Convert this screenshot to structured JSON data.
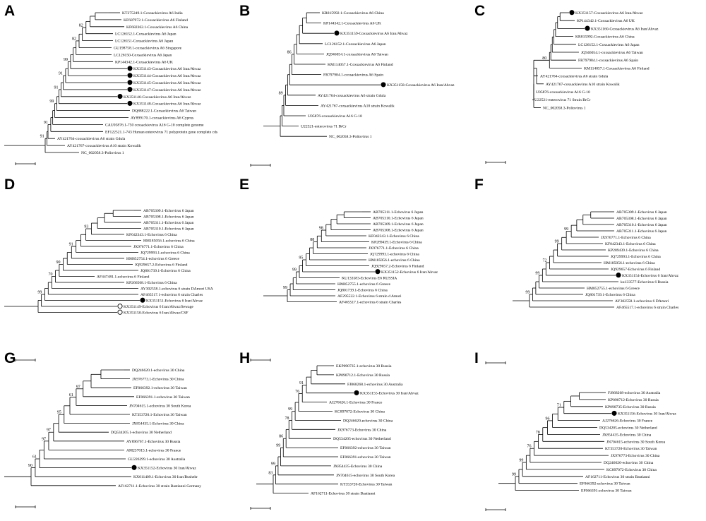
{
  "panels": [
    {
      "label": "A",
      "leaves": [
        {
          "text": "KT275249.1-Coxsackievirus A6 India"
        },
        {
          "text": "KF687972.1-Coxsackievirus A6 Finland"
        },
        {
          "text": "KF682362.1-Coxsackievirus A6 China"
        },
        {
          "text": "LC126152.1-Coxsackievirus A6 Japan"
        },
        {
          "text": "LC126151-Coxsackievirus A6 Japan"
        },
        {
          "text": "GU198758.1-coxsackievirus A6 Singapore"
        },
        {
          "text": "LC126150-Coxsackievirus A6 Japan"
        },
        {
          "text": "KP144342.1-Coxsackievirus A6 UK"
        },
        {
          "text": "KX351143-Coxsackievirus A6 Iran/Ahvaz",
          "marker": "filled"
        },
        {
          "text": "KX351144-Coxsackievirus A6 Iran/Ahvaz",
          "marker": "filled"
        },
        {
          "text": "KX351145-Coxsackievirus A6 Iran/Ahvaz",
          "marker": "filled"
        },
        {
          "text": "KX351147-Coxsackievirus A6 Iran/Ahvaz",
          "marker": "filled"
        },
        {
          "text": "KX351146-Coxsackievirus A6 Iran/Ahvaz",
          "marker": "filled"
        },
        {
          "text": "KX351148-Coxsackievirus A6 Iran/Ahvaz",
          "marker": "filled"
        },
        {
          "text": "DQ888222.1-Coxsackievirus A6 Taiwan"
        },
        {
          "text": "AY899170.1-coxsackievirus A6 Cyprus"
        },
        {
          "text": "CAU05876.1-750 coxsackievirus A16 G-10 complete genome"
        },
        {
          "text": "EF122521.1-743 Human enterovirus 71 polyprotein gene complete cds"
        },
        {
          "text": "AY421764-coxsackievirus A6 strain Gdula"
        },
        {
          "text": "AY421767-coxsackievirus A10 strain Kowalik"
        },
        {
          "text": "NC_002058.3-Poliovirus 1"
        }
      ],
      "bootstraps": [
        "82",
        "82",
        "99",
        "91",
        "91",
        "99",
        "91",
        "91"
      ]
    },
    {
      "label": "B",
      "leaves": [
        {
          "text": "KR815992.1-Coxsackievirus A6 China"
        },
        {
          "text": "KP144342.1-Coxsackievirus A6 UK"
        },
        {
          "text": "KX351159-Coxsackievirus A6 Iran/Ahvaz",
          "marker": "filled"
        },
        {
          "text": "LC126152.1-Coxsackievirus A6 Japan"
        },
        {
          "text": "JQ946054.1-coxsackievirus A6 Taiwan"
        },
        {
          "text": "KM114057.1-Coxsackievirus A6 Finland"
        },
        {
          "text": "FR797984.1-coxsackievirus A6 Spain"
        },
        {
          "text": "KX351158-Coxsackievirus A6 Iran/Ahvaz",
          "marker": "filled"
        },
        {
          "text": "AY421764-coxsackievirus A6 strain Gdula"
        },
        {
          "text": "AY421767-coxsackievirus A10 strain Kowalik"
        },
        {
          "text": "U05876-coxsackievirus A16 G-10"
        },
        {
          "text": "U22521-enterovirus 71 BrCr"
        },
        {
          "text": "NC_002058.3-Poliovirus 1"
        }
      ],
      "bootstraps": [
        "86",
        "89"
      ]
    },
    {
      "label": "C",
      "leaves": [
        {
          "text": "KX351157-Coxsackievirus A6 Iran/Ahvaz",
          "marker": "filled"
        },
        {
          "text": "KP144342.1-Coxsackievirus A6 UK"
        },
        {
          "text": "KX351160-Coxsackievirus A6 Iran/Ahvaz",
          "marker": "filled"
        },
        {
          "text": "KR815992-Coxsackievirus A6 China"
        },
        {
          "text": "LC126152.1-Coxsackievirus A6 Japan"
        },
        {
          "text": "JQ946054.1-coxsackievirus A6 Taiwan"
        },
        {
          "text": "FR797984.1-coxsackievirus A6 Spain"
        },
        {
          "text": "KM114057.1-Coxsackievirus A6 Finland"
        },
        {
          "text": "AY421764-coxsackievirus A6 strain Gdula"
        },
        {
          "text": "AY421767-coxsackievirus A10 strain Kowalik"
        },
        {
          "text": "U05876-coxsackievirus A16 G-10"
        },
        {
          "text": "U22521-enterovirus 71 Strain BrCr"
        },
        {
          "text": "NC_002058.3-Poliovirus 1"
        }
      ],
      "bootstraps": [
        "80"
      ]
    },
    {
      "label": "D",
      "leaves": [
        {
          "text": "AB705309.1-Echovirus 6 Japan"
        },
        {
          "text": "AB705308.1-Echovirus 6 Japan"
        },
        {
          "text": "AB705311.1-Echovirus 6 Japan"
        },
        {
          "text": "AB705310.1-Echovirus 6 Japan"
        },
        {
          "text": "KF042343.1-Echovirus 6 China"
        },
        {
          "text": "HM185056.1-echovirus 6 China"
        },
        {
          "text": "JX976771.1-Echovirus 6 China"
        },
        {
          "text": "JQ729993.1-echovirus 6 China"
        },
        {
          "text": "HM852754.1-echovirus 6 Greece"
        },
        {
          "text": "JQ929657.2-Echovirus 6 Finland"
        },
        {
          "text": "JQ801739.1-Echovirus 6 China"
        },
        {
          "text": "AF447481.1-echovirus 6 Finland"
        },
        {
          "text": "KP266568.1-Echovirus 6 China"
        },
        {
          "text": "AY302558.1-echovirus 6 strain DAmori USA"
        },
        {
          "text": "AF465517.1-echovirus 6 strain Charles"
        },
        {
          "text": "KX351151-Echovirus 6 Iran/Ahvaz",
          "marker": "filled"
        },
        {
          "text": "KX351149-Echovirus 6 Iran/Ahvaz/Sewage",
          "marker": "open"
        },
        {
          "text": "KX351150-Echovirus 6 Iran/Ahvaz/CSF",
          "marker": "open"
        }
      ],
      "bootstraps": [
        "93",
        "91",
        "90",
        "70",
        "99"
      ]
    },
    {
      "label": "E",
      "leaves": [
        {
          "text": "AB705311.1-Echovirus 6 Japan"
        },
        {
          "text": "AB705310.1-Echovirus 6 Japan"
        },
        {
          "text": "AB705309.1-Echovirus 6 Japan"
        },
        {
          "text": "AB705308.1-Echovirus 6 Japan"
        },
        {
          "text": "KF042343.1-Echovirus 6 China"
        },
        {
          "text": "KP289439.1-Echovirus 6 China"
        },
        {
          "text": "JX976771.1-Echovirus 6 China"
        },
        {
          "text": "JQ729993.1-echovirus 6 China"
        },
        {
          "text": "HM185056.1-echovirus 6 China"
        },
        {
          "text": "JQ929657.2-Echovirus 6 Finland"
        },
        {
          "text": "KX351152-Echovirus 6 Iran/Ahvaz",
          "marker": "filled"
        },
        {
          "text": "KU133583-Echovirus E6 RUSSIA"
        },
        {
          "text": "HM852755.1-echovirus 6 Greece"
        },
        {
          "text": "JQ801739.1-Echovirus 6 China"
        },
        {
          "text": "AF295522.1-Echovirus 6 strain d Amori"
        },
        {
          "text": "AF465517.1-echovirus 6 strain Charles"
        }
      ],
      "bootstraps": [
        "98",
        "88",
        "95",
        "99",
        "99"
      ]
    },
    {
      "label": "F",
      "leaves": [
        {
          "text": "AB705309.1-Echovirus 6 Japan"
        },
        {
          "text": "AB705308.1-Echovirus 6 Japan"
        },
        {
          "text": "AB705310.1-Echovirus 6 Japan"
        },
        {
          "text": "AB705311.1-Echovirus 6 Japan"
        },
        {
          "text": "JX976771.1-Echovirus 6 China"
        },
        {
          "text": "KF042343.1-Echovirus 6 China"
        },
        {
          "text": "KP289439.1-Echovirus 6 China"
        },
        {
          "text": "JQ729993.1-Echovirus 6 China"
        },
        {
          "text": "HM185056.1-echovirus 6 China"
        },
        {
          "text": "JQ929657-Echovirus 6 Finland"
        },
        {
          "text": "KX351154-Echovirus 6 Iran/Ahvaz",
          "marker": "filled"
        },
        {
          "text": "ku133577-Echovirus 6 Russia"
        },
        {
          "text": "HM852755.1-echovirus 6 Greece"
        },
        {
          "text": "JQ801739.1-Echovirus 6 China"
        },
        {
          "text": "AY302558.1-echovirus 6 DAmori"
        },
        {
          "text": "AF465517.1-echovirus 6 strain Charles"
        }
      ],
      "bootstraps": [
        "99",
        "99",
        "72",
        "99",
        "99"
      ]
    },
    {
      "label": "G",
      "leaves": [
        {
          "text": "DQ246620.1-echovirus 30 China"
        },
        {
          "text": "JX976773.1-Echovirus 30 China"
        },
        {
          "text": "EF066392.1-echovirus 30 Taiwan"
        },
        {
          "text": "EF066391.1-echovirus 30 Taiwan"
        },
        {
          "text": "JN704615.1-echovirus 30 South Korea"
        },
        {
          "text": "KT353720.1-Echovirus 30 Taiwan"
        },
        {
          "text": "JX854435.1-Echovirus 30 China"
        },
        {
          "text": "DQ534205.1-echovirus 30 Netherland"
        },
        {
          "text": "AY896767.1-Echovirus 30 Russia"
        },
        {
          "text": "AM237015.1-echovirus 30 France"
        },
        {
          "text": "GU226299.1-echovirus 30 Australia"
        },
        {
          "text": "KX351152-Echovirus 30 Iran/Ahvaz",
          "marker": "filled"
        },
        {
          "text": "KX011409.1-Echovirus 30 Iran/Bushehr"
        },
        {
          "text": "AF162711.1-Echovirus 30 strain Bastianni Germany"
        }
      ],
      "bootstraps": [
        "97",
        "61",
        "95",
        "97",
        "97",
        "61",
        "90"
      ]
    },
    {
      "label": "H",
      "leaves": [
        {
          "text": "EKP090735.1-echovirus 30 Russia"
        },
        {
          "text": "KP090712.1-Echovirus 30 Russia"
        },
        {
          "text": "FJ868268.1-echovirus 30 Australia"
        },
        {
          "text": "KX351155-Echovirus 30 Iran/Ahvaz",
          "marker": "filled"
        },
        {
          "text": "AJ276626.1-Echovirus 30 France"
        },
        {
          "text": "KC897072-Echovirus 30 China"
        },
        {
          "text": "DQ246620-echovirus 30 China"
        },
        {
          "text": "JX976773-Echovirus 30 China"
        },
        {
          "text": "DQ534205-echovirus 30 Netherland"
        },
        {
          "text": "EF066392-echovirus 30 Taiwan"
        },
        {
          "text": "EF066391-echovirus 30 Taiwan"
        },
        {
          "text": "JX854435-Echovirus 30 China"
        },
        {
          "text": "JN704615-echovirus 30 South Korea"
        },
        {
          "text": "KT353720-Echovirus 30 Taiwan"
        },
        {
          "text": "AF162711-Echovirus 30 strain Bastianni"
        }
      ],
      "bootstraps": [
        "91",
        "76",
        "99",
        "78",
        "86",
        "99",
        "99",
        "83"
      ]
    },
    {
      "label": "I",
      "leaves": [
        {
          "text": "FJ868268-echovirus 30 Australia"
        },
        {
          "text": "KP090712-Echovirus 30 Russia"
        },
        {
          "text": "KP090735-Echovirus 30 Russia"
        },
        {
          "text": "KX351156-Echovirus 30 Iran/Ahvaz",
          "marker": "filled"
        },
        {
          "text": "AJ276626-Echovirus 30 France"
        },
        {
          "text": "DQ534205-echovirus 30 Netherland"
        },
        {
          "text": "JX854435-Echovirus 30 China"
        },
        {
          "text": "JN704615-echovirus 30 South Korea"
        },
        {
          "text": "KT353720-Echovirus 30 Taiwan"
        },
        {
          "text": "JX976773-Echovirus 30 China"
        },
        {
          "text": "DQ246620-echovirus 30 China"
        },
        {
          "text": "KC897072-Echovirus 30 China"
        },
        {
          "text": "AF162711-Echovirus 30 strain Bastianni"
        },
        {
          "text": "EF066392-echovirus 30 Taiwan"
        },
        {
          "text": "EF066391-echovirus 30 Taiwan"
        }
      ],
      "bootstraps": [
        "71",
        "96",
        "78",
        "76",
        "99",
        "99"
      ]
    }
  ]
}
